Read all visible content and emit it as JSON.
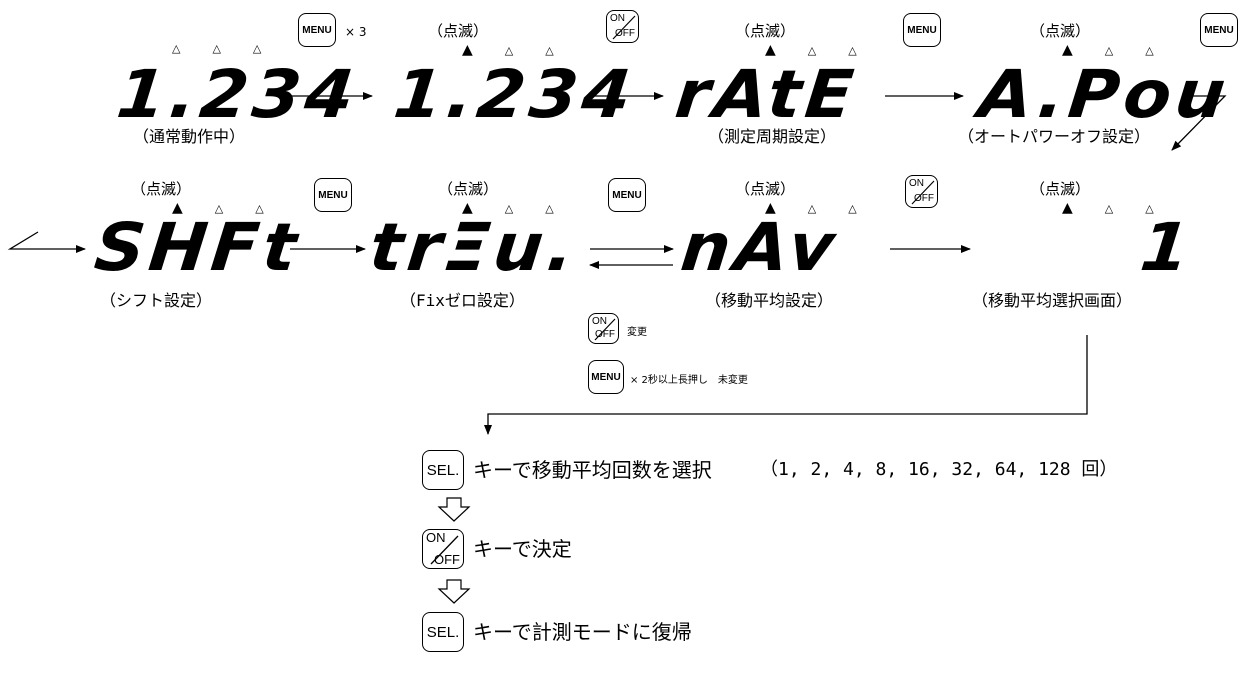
{
  "displays": [
    {
      "id": "normal",
      "text": "1.234",
      "caption": "（通常動作中）",
      "blink": ""
    },
    {
      "id": "blink_1234",
      "text": "1.234",
      "caption": "",
      "blink": "（点滅）"
    },
    {
      "id": "rate",
      "text": "rAtE",
      "caption": "（測定周期設定）",
      "blink": "（点滅）"
    },
    {
      "id": "apou",
      "text": "A.Pou",
      "caption": "（オートパワーオフ設定）",
      "blink": "（点滅）"
    },
    {
      "id": "shft",
      "text": "SHFt",
      "caption": "（シフト設定）",
      "blink": "（点滅）"
    },
    {
      "id": "trzu",
      "text": "trΞu.",
      "caption": "（Fixゼロ設定）",
      "blink": "（点滅）"
    },
    {
      "id": "nav",
      "text": "nAv",
      "caption": "（移動平均設定）",
      "blink": "（点滅）"
    },
    {
      "id": "one",
      "text": "1",
      "caption": "（移動平均選択画面）",
      "blink": "（点滅）"
    }
  ],
  "keys": {
    "menu": "MENU",
    "on": "ON",
    "off": "OFF",
    "sel": "SEL."
  },
  "multiplier": "× 3",
  "legend": {
    "change": "変更",
    "hold": "× 2秒以上長押し　未変更"
  },
  "steps": [
    {
      "key": "sel",
      "text": "キーで移動平均回数を選択"
    },
    {
      "key": "onoff",
      "text": "キーで決定"
    },
    {
      "key": "sel",
      "text": "キーで計測モードに復帰"
    }
  ],
  "options": "（1, 2, 4, 8, 16, 32, 64, 128 回）"
}
